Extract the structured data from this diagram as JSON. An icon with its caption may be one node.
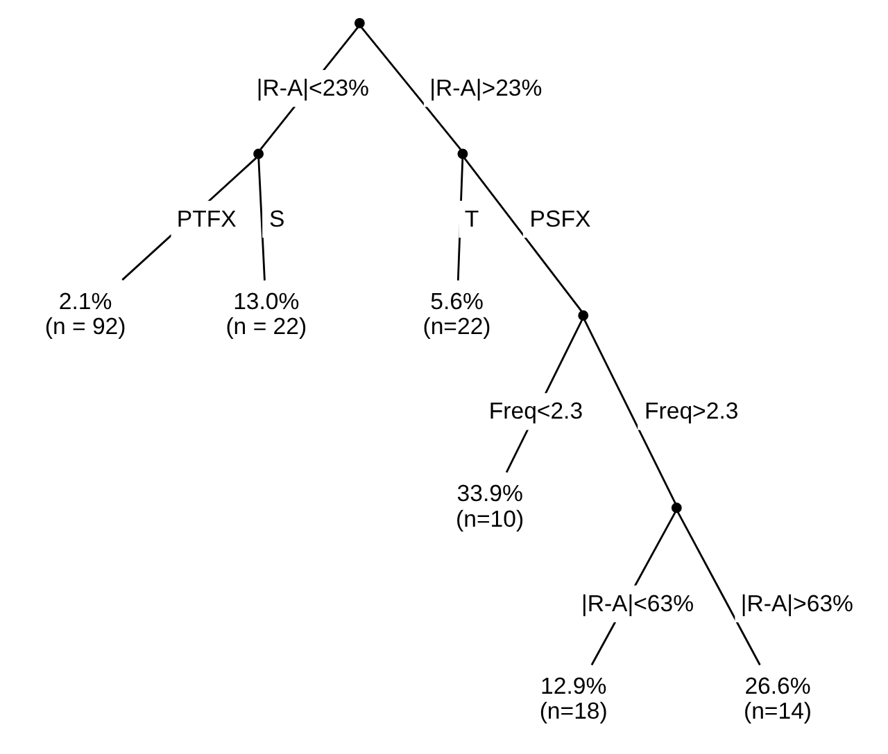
{
  "diagram": {
    "nodes": [
      {
        "text": [],
        "shape": "point"
      },
      {
        "text": [],
        "shape": "point"
      },
      {
        "text": [],
        "shape": "point"
      },
      {
        "text": [
          "2.1%",
          "(n = 92)"
        ]
      },
      {
        "text": [
          "13.0%",
          "(n = 22)"
        ]
      },
      {
        "text": [
          "5.6%",
          "(n=22)"
        ]
      },
      {
        "text": [],
        "shape": "point"
      },
      {
        "text": [
          "33.9%",
          "(n=10)"
        ]
      },
      {
        "text": [],
        "shape": "point"
      },
      {
        "text": [
          "12.9%",
          "(n=18)"
        ]
      },
      {
        "text": [
          "26.6%",
          "(n=14)"
        ]
      }
    ],
    "edges": [
      {
        "from": 0,
        "to": 1,
        "arrow": "none",
        "label": "|R-A|<23%"
      },
      {
        "from": 0,
        "to": 2,
        "arrow": "none",
        "label": "|R-A|>23%"
      },
      {
        "from": 1,
        "to": 3,
        "arrow": "none",
        "label": "PTFX"
      },
      {
        "from": 1,
        "to": 4,
        "arrow": "none",
        "label": "S"
      },
      {
        "from": 2,
        "to": 5,
        "arrow": "none",
        "label": "T"
      },
      {
        "from": 2,
        "to": 6,
        "arrow": "none",
        "label": "PSFX"
      },
      {
        "from": 6,
        "to": 7,
        "arrow": "none",
        "label": "Freq<2.3"
      },
      {
        "from": 6,
        "to": 8,
        "arrow": "none",
        "label": "Freq>2.3"
      },
      {
        "from": 8,
        "to": 9,
        "arrow": "none",
        "label": "|R-A|<63%"
      },
      {
        "from": 8,
        "to": 10,
        "arrow": "none",
        "label": "|R-A|>63%"
      }
    ]
  }
}
